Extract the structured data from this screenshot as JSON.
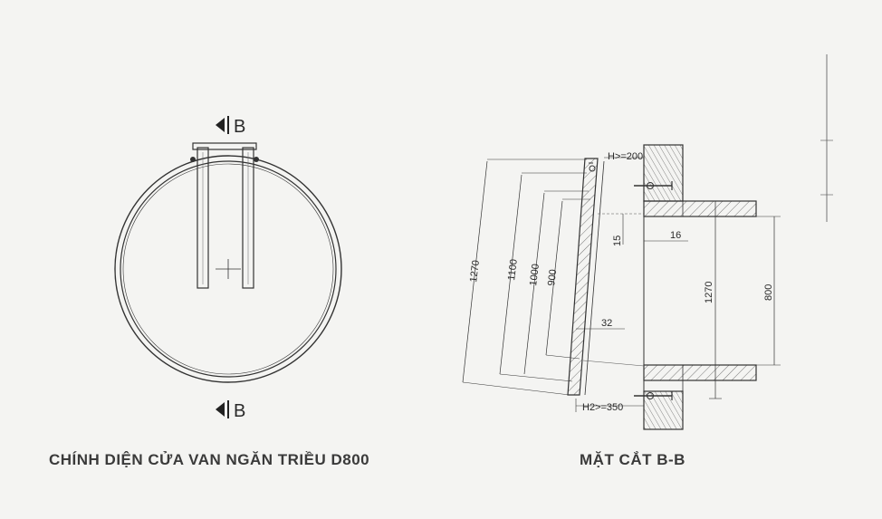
{
  "front_view": {
    "caption": "CHÍNH DIỆN CỬA VAN NGĂN TRIỀU D800",
    "section_mark_top": "B",
    "section_mark_bottom": "B"
  },
  "section_view": {
    "caption": "MẶT CẮT B-B",
    "dimensions": {
      "h_top": "H>=200",
      "h_bottom": "H2>=350",
      "d1270_left": "1270",
      "d1100": "1100",
      "d1000": "1000",
      "d900": "900",
      "d15": "15",
      "d16": "16",
      "d32": "32",
      "d1270_right": "1270",
      "d800": "800"
    }
  }
}
